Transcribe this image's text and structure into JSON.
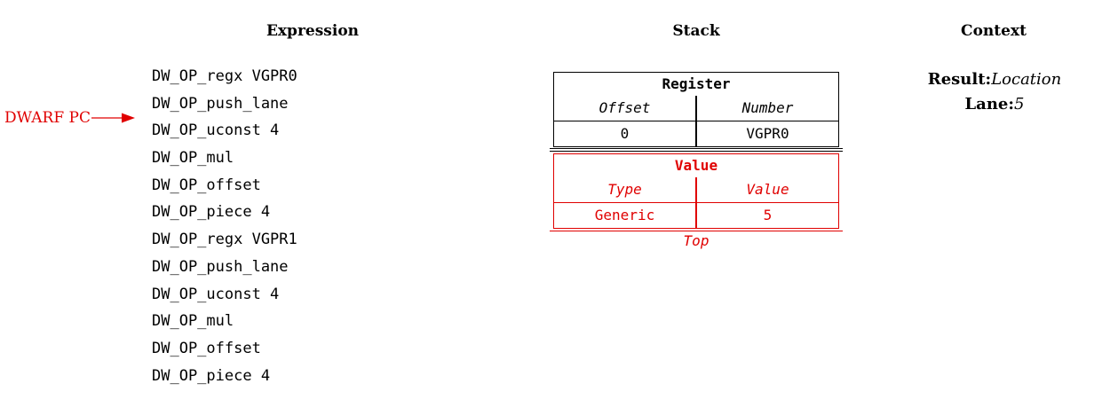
{
  "headings": {
    "expression": "Expression",
    "stack": "Stack",
    "context": "Context"
  },
  "colors": {
    "highlight": "#e00000",
    "text": "#000000"
  },
  "pc_marker": {
    "label": "DWARF PC",
    "points_to_index": 2
  },
  "expression": [
    "DW_OP_regx VGPR0",
    "DW_OP_push_lane",
    "DW_OP_uconst 4",
    "DW_OP_mul",
    "DW_OP_offset",
    "DW_OP_piece 4",
    "DW_OP_regx VGPR1",
    "DW_OP_push_lane",
    "DW_OP_uconst 4",
    "DW_OP_mul",
    "DW_OP_offset",
    "DW_OP_piece 4"
  ],
  "stack": {
    "register": {
      "title": "Register",
      "col1_header": "Offset",
      "col2_header": "Number",
      "col1_value": "0",
      "col2_value": "VGPR0"
    },
    "value": {
      "title": "Value",
      "col1_header": "Type",
      "col2_header": "Value",
      "col1_value": "Generic",
      "col2_value": "5"
    },
    "top_label": "Top"
  },
  "context": {
    "result_key": "Result:",
    "result_value": "Location",
    "lane_key": "Lane:",
    "lane_value": "5"
  }
}
